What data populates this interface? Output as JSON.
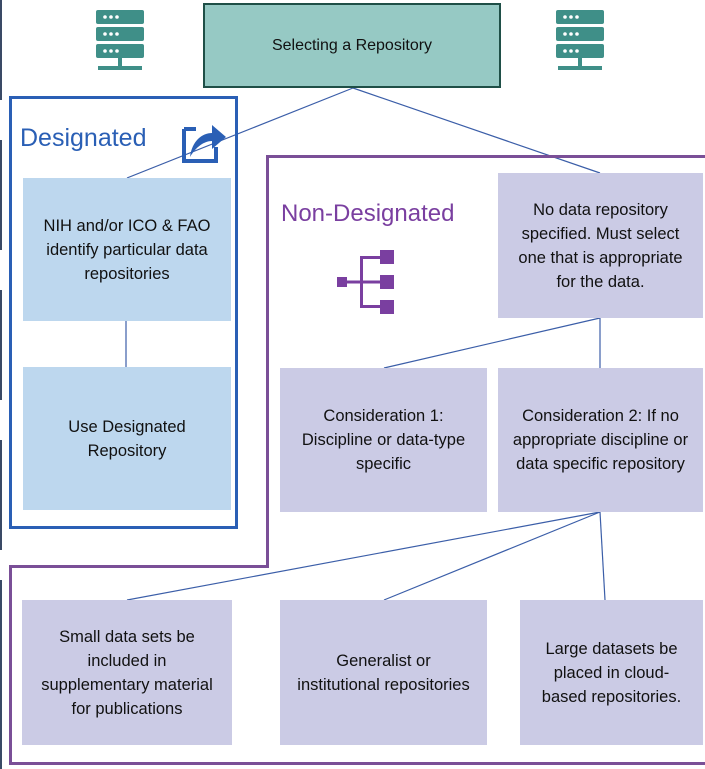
{
  "title": "Selecting a Repository",
  "designated": {
    "label": "Designated",
    "identify": "NIH and/or ICO & FAO identify particular data repositories",
    "use": "Use Designated Repository"
  },
  "non_designated": {
    "label": "Non-Designated",
    "no_repo": "No data repository specified. Must select one that is appropriate for the data.",
    "consideration1": "Consideration 1: Discipline or data-type specific",
    "consideration2": "Consideration 2: If no appropriate discipline or data specific repository",
    "small": "Small data sets be included in supplementary material for publications",
    "generalist": "Generalist or institutional repositories",
    "large": "Large datasets be placed in cloud-based repositories."
  },
  "icons": [
    "server-icon",
    "share-arrow-icon",
    "hierarchy-icon"
  ],
  "colors": {
    "title_fill": "#96c9c4",
    "designated_blue": "#2a5fb5",
    "blue_box": "#bdd7ee",
    "purple": "#7a4f97",
    "lavender_box": "#cbcbe5",
    "server": "#3f8f88"
  }
}
